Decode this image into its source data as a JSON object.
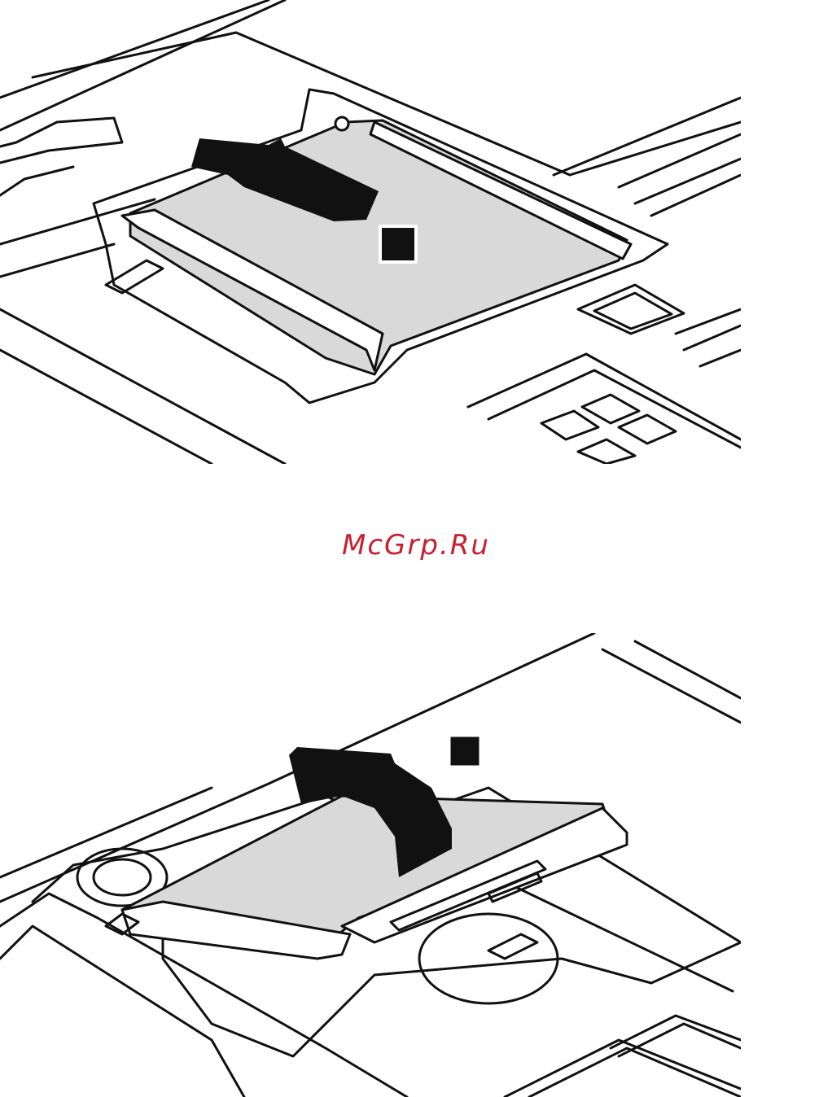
{
  "watermark": {
    "text": "McGrp.Ru",
    "color": "#c8202f"
  },
  "colors": {
    "line": "#111111",
    "drive_fill": "#d9d9d9",
    "badge": "#111111",
    "page": "#ffffff"
  },
  "figures": [
    {
      "step_marker": "",
      "arrow": "straight"
    },
    {
      "step_marker": "",
      "arrow": "curved"
    }
  ]
}
